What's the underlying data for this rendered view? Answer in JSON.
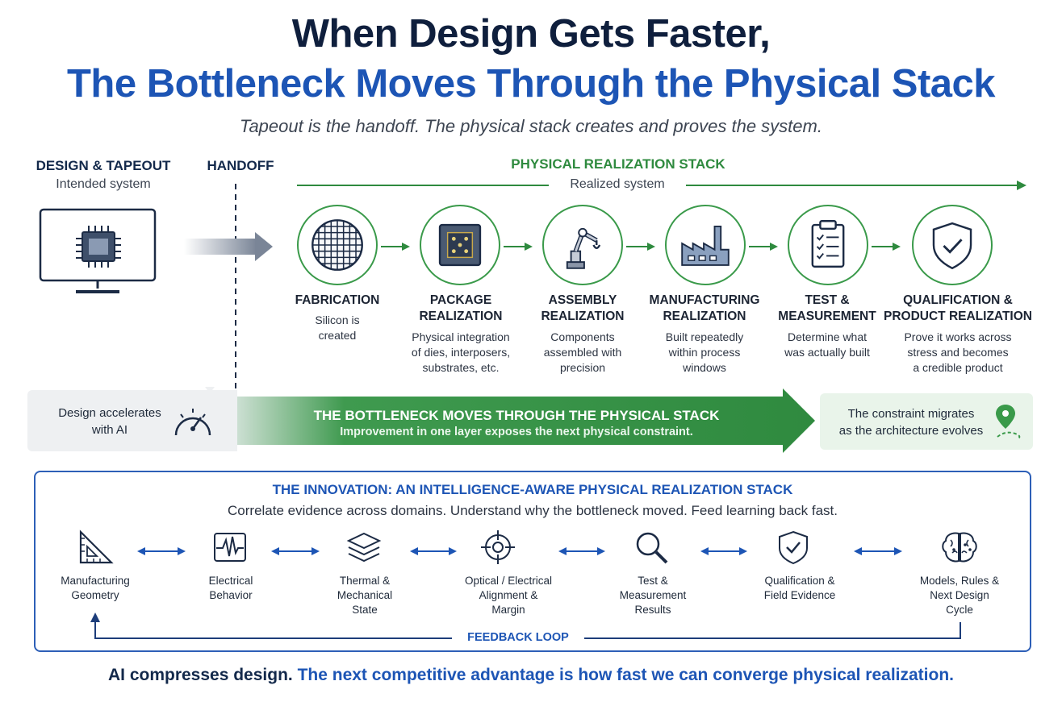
{
  "title": {
    "line1": "When Design Gets Faster,",
    "line2": "The Bottleneck Moves Through the Physical Stack",
    "subtitle": "Tapeout is the handoff. The physical stack creates and proves the system."
  },
  "design": {
    "header": "DESIGN & TAPEOUT",
    "sub": "Intended system"
  },
  "handoff": {
    "header": "HANDOFF"
  },
  "stack": {
    "header": "PHYSICAL REALIZATION STACK",
    "sub": "Realized system"
  },
  "stages": [
    {
      "title1": "FABRICATION",
      "title2": "",
      "desc": [
        "Silicon is",
        "created",
        ""
      ],
      "icon": "wafer-icon"
    },
    {
      "title1": "PACKAGE",
      "title2": "REALIZATION",
      "desc": [
        "Physical integration",
        "of dies, interposers,",
        "substrates, etc."
      ],
      "icon": "package-icon"
    },
    {
      "title1": "ASSEMBLY",
      "title2": "REALIZATION",
      "desc": [
        "Components",
        "assembled with",
        "precision"
      ],
      "icon": "robot-arm-icon"
    },
    {
      "title1": "MANUFACTURING",
      "title2": "REALIZATION",
      "desc": [
        "Built repeatedly",
        "within process",
        "windows"
      ],
      "icon": "factory-icon"
    },
    {
      "title1": "TEST &",
      "title2": "MEASUREMENT",
      "desc": [
        "Determine what",
        "was actually built",
        ""
      ],
      "icon": "clipboard-checklist-icon"
    },
    {
      "title1": "QUALIFICATION &",
      "title2": "PRODUCT REALIZATION",
      "desc": [
        "Prove it works across",
        "stress and becomes",
        "a credible product"
      ],
      "icon": "shield-check-icon"
    }
  ],
  "band": {
    "left": [
      "Design accelerates",
      "with AI"
    ],
    "center_title": "THE BOTTLENECK MOVES THROUGH THE PHYSICAL STACK",
    "center_sub": "Improvement in one layer exposes the next physical constraint.",
    "right": [
      "The constraint migrates",
      "as the architecture evolves"
    ]
  },
  "innovation": {
    "title": "THE INNOVATION: AN INTELLIGENCE-AWARE PHYSICAL REALIZATION STACK",
    "subtitle": "Correlate evidence across domains. Understand why the bottleneck moved. Feed learning back fast.",
    "items": [
      {
        "lines": [
          "Manufacturing",
          "Geometry",
          ""
        ],
        "icon": "triangle-ruler-icon"
      },
      {
        "lines": [
          "Electrical",
          "Behavior",
          ""
        ],
        "icon": "waveform-icon"
      },
      {
        "lines": [
          "Thermal &",
          "Mechanical",
          "State"
        ],
        "icon": "layers-icon"
      },
      {
        "lines": [
          "Optical / Electrical",
          "Alignment &",
          "Margin"
        ],
        "icon": "crosshair-icon"
      },
      {
        "lines": [
          "Test &",
          "Measurement",
          "Results"
        ],
        "icon": "magnifier-icon"
      },
      {
        "lines": [
          "Qualification &",
          "Field Evidence",
          ""
        ],
        "icon": "shield-check-icon"
      },
      {
        "lines": [
          "Models, Rules &",
          "Next Design",
          "Cycle"
        ],
        "icon": "brain-icon"
      }
    ],
    "feedback": "FEEDBACK LOOP"
  },
  "footer": {
    "part1": "AI compresses design. ",
    "part2": "The next competitive advantage is how fast we can converge physical realization."
  },
  "colors": {
    "navy": "#13294b",
    "blue": "#1d55b5",
    "green": "#3a9a4a",
    "dark_green": "#2e7d3a"
  }
}
